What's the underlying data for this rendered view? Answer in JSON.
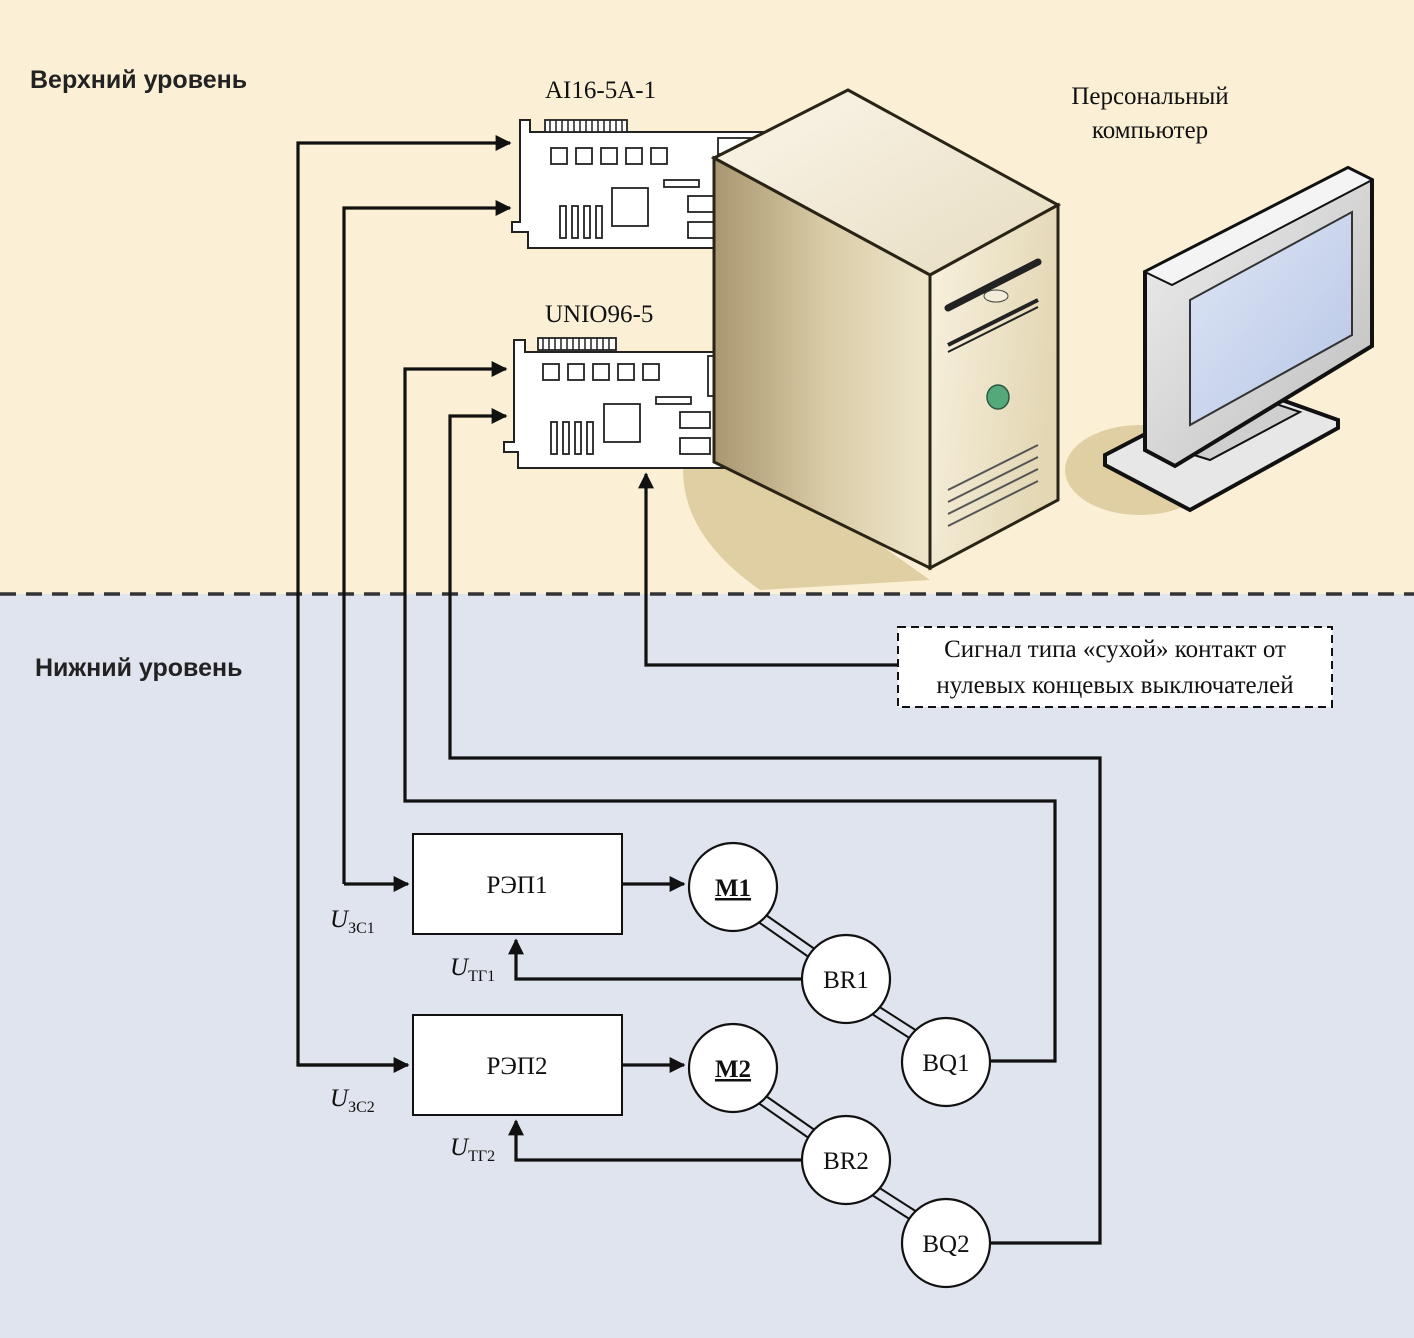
{
  "levels": {
    "upper": "Верхний уровень",
    "lower": "Нижний уровень"
  },
  "boards": {
    "ai16": "AI16-5A-1",
    "unio": "UNIO96-5"
  },
  "pc_label": [
    "Персональный",
    "компьютер"
  ],
  "signal_box": [
    "Сигнал типа «сухой» контакт от",
    "нулевых концевых выключателей"
  ],
  "drives": [
    {
      "label": "РЭП1",
      "motor": "M1",
      "tacho": "BR1",
      "encoder": "BQ1",
      "u_set": {
        "base": "U",
        "sub": "ЗС1"
      },
      "u_fb": {
        "base": "U",
        "sub": "ТГ1"
      }
    },
    {
      "label": "РЭП2",
      "motor": "M2",
      "tacho": "BR2",
      "encoder": "BQ2",
      "u_set": {
        "base": "U",
        "sub": "ЗС2"
      },
      "u_fb": {
        "base": "U",
        "sub": "ТГ2"
      }
    }
  ],
  "colors": {
    "upper_bg": "#fbf0d6",
    "lower_bg": "#e0e4ee",
    "case_light": "#f6efdc",
    "case_dark": "#b8aa80",
    "shadow": "#d9c99a",
    "screen": "#cfd9ee",
    "led": "#55a87a"
  }
}
